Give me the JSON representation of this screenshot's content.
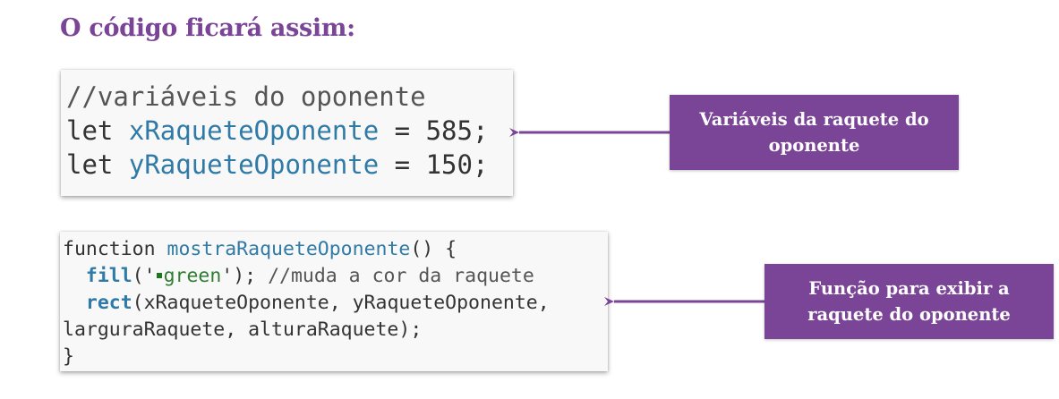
{
  "heading": "O código ficará assim:",
  "code_block_1": {
    "comment": "//variáveis do oponente",
    "line2": {
      "keyword": "let",
      "variable": "xRaqueteOponente",
      "rest": " = 585;"
    },
    "line3": {
      "keyword": "let",
      "variable": "yRaqueteOponente",
      "rest": " = 150;"
    }
  },
  "code_block_2": {
    "line1": {
      "keyword": "function",
      "name": "mostraRaqueteOponente",
      "rest": "() {"
    },
    "line2": {
      "call": "fill",
      "open": "('",
      "string": "green",
      "close": "'); ",
      "comment": "//muda a cor da raquete",
      "swatch_color": "#1a7a1a"
    },
    "line3": {
      "call": "rect",
      "args": "(xRaqueteOponente, yRaqueteOponente,"
    },
    "line4": "larguraRaquete, alturaRaquete);",
    "line5": "}"
  },
  "callouts": {
    "variables": {
      "line1": "Variáveis da raquete do",
      "line2": "oponente"
    },
    "function": {
      "line1": "Função para exibir a",
      "line2": "raquete do oponente"
    }
  },
  "colors": {
    "accent": "#7b4597",
    "code_blue": "#2f7aa6",
    "code_green": "#2e7d32"
  }
}
